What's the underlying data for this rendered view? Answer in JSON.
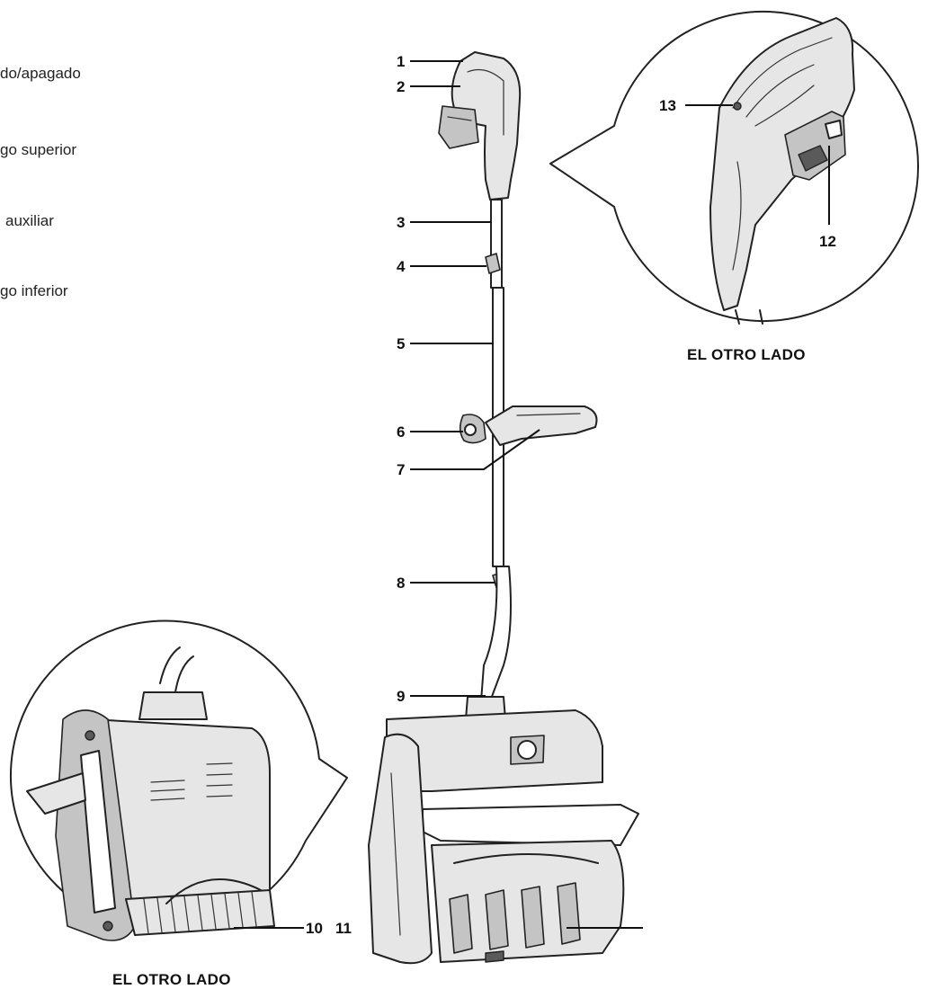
{
  "legend": [
    "do/apagado",
    "go superior",
    "auxiliar",
    "go inferior"
  ],
  "callouts": {
    "n1": "1",
    "n2": "2",
    "n3": "3",
    "n4": "4",
    "n5": "5",
    "n6": "6",
    "n7": "7",
    "n8": "8",
    "n9": "9",
    "n10": "10",
    "n11": "11",
    "n12": "12",
    "n13": "13"
  },
  "captions": {
    "top_detail": "EL OTRO LADO",
    "bottom_detail": "EL OTRO LADO"
  }
}
